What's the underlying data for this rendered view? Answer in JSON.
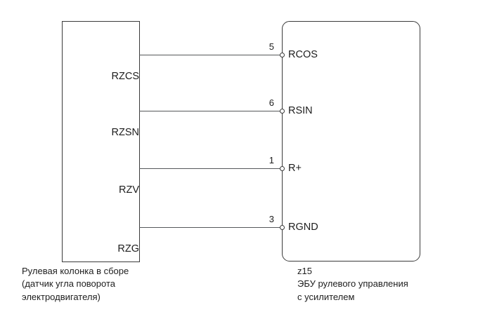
{
  "diagram": {
    "title": "Steering column / power steering ECU wiring diagram",
    "line_color": "#55585a",
    "box_border_color": "#3a3a3a",
    "text_color": "#1d1d1d",
    "background": "#ffffff"
  },
  "left_component": {
    "name": "steering-column-assembly",
    "caption": "Рулевая колонка в сборе\n(датчик угла поворота\nэлектродвигателя)",
    "terminals": [
      {
        "label": "RZCS"
      },
      {
        "label": "RZSN"
      },
      {
        "label": "RZV"
      },
      {
        "label": "RZG"
      }
    ]
  },
  "right_component": {
    "name": "power-steering-ecu",
    "code": "z15",
    "caption": "z15\nЭБУ рулевого управления\nс усилителем",
    "terminals": [
      {
        "pin": "5",
        "label": "RCOS"
      },
      {
        "pin": "6",
        "label": "RSIN"
      },
      {
        "pin": "1",
        "label": "R+"
      },
      {
        "pin": "3",
        "label": "RGND"
      }
    ]
  },
  "connections": [
    {
      "from": "RZCS",
      "to": "RCOS",
      "pin": "5"
    },
    {
      "from": "RZSN",
      "to": "RSIN",
      "pin": "6"
    },
    {
      "from": "RZV",
      "to": "R+",
      "pin": "1"
    },
    {
      "from": "RZG",
      "to": "RGND",
      "pin": "3"
    }
  ]
}
